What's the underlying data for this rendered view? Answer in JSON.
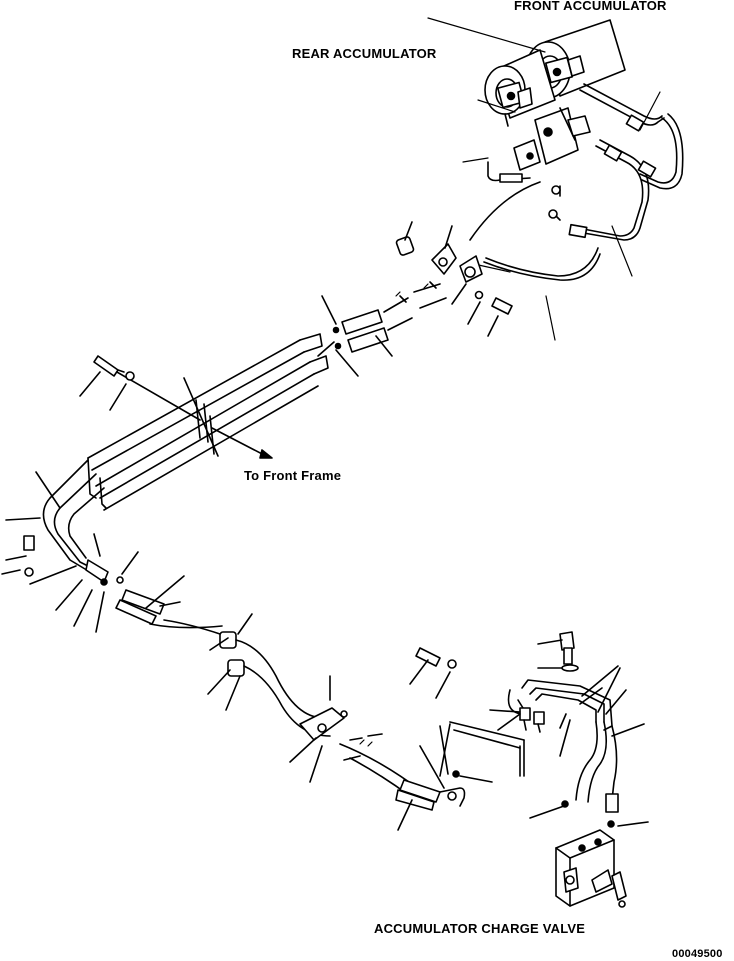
{
  "labels": {
    "front_accumulator": "FRONT ACCUMULATOR",
    "rear_accumulator": "REAR ACCUMULATOR",
    "to_front_frame": "To Front Frame",
    "accumulator_charge_valve": "ACCUMULATOR CHARGE VALVE",
    "drawing_number": "00049500"
  },
  "colors": {
    "ink": "#000000",
    "paper": "#ffffff"
  }
}
